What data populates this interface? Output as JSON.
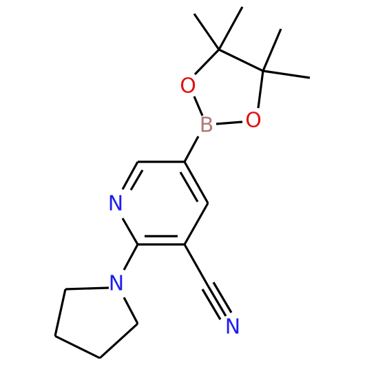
{
  "colors": {
    "bond": "#000000",
    "nitrogen": "#1e1ef0",
    "oxygen": "#e01010",
    "boron": "#b07a78",
    "background": "#ffffff"
  },
  "atoms": [
    {
      "id": "n-pyridine",
      "label": "N",
      "element": "nitrogen"
    },
    {
      "id": "n-pyrrolidine",
      "label": "N",
      "element": "nitrogen"
    },
    {
      "id": "n-nitrile",
      "label": "N",
      "element": "nitrogen"
    },
    {
      "id": "b-boron",
      "label": "B",
      "element": "boron"
    },
    {
      "id": "o-upper",
      "label": "O",
      "element": "oxygen"
    },
    {
      "id": "o-lower",
      "label": "O",
      "element": "oxygen"
    }
  ]
}
